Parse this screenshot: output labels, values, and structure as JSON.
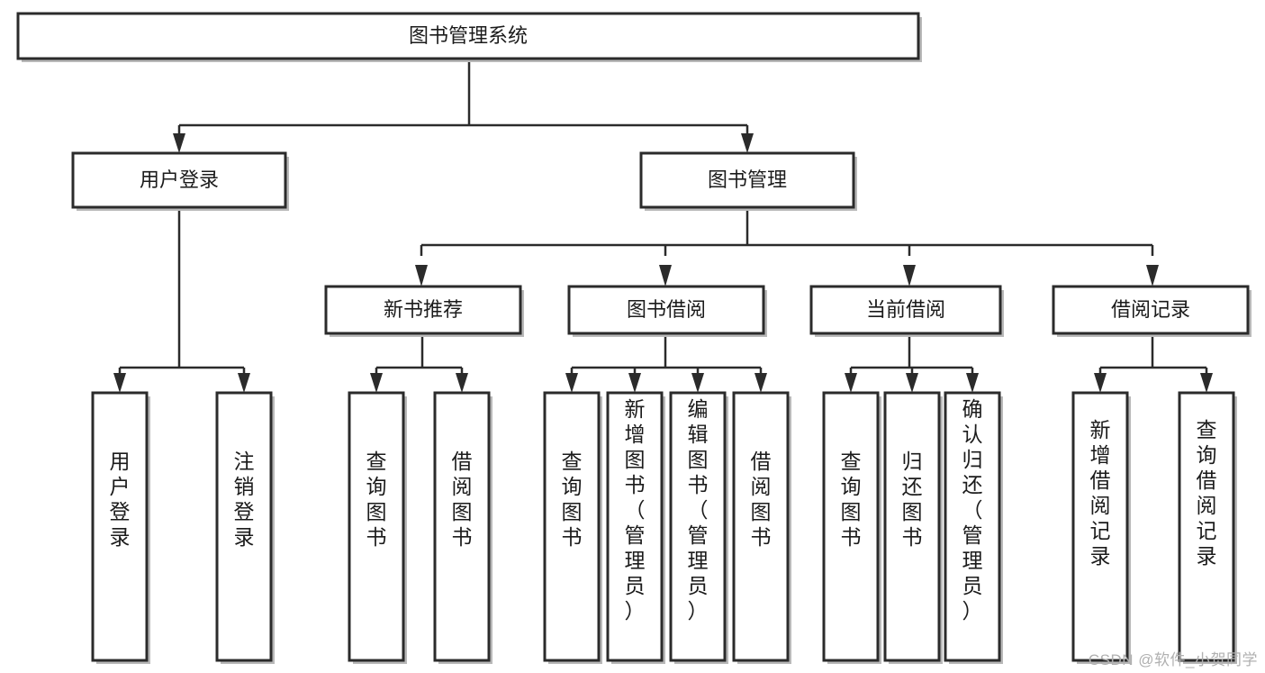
{
  "diagram": {
    "type": "hierarchy-tree",
    "title": "图书管理系统",
    "watermark": "CSDN @软件_小贺同学",
    "colors": {
      "box_stroke": "#2b2b2b",
      "box_fill": "#ffffff",
      "connector": "#2b2b2b",
      "background": "#ffffff",
      "watermark": "#b0b0b0"
    },
    "nodes": {
      "root": {
        "label": "图书管理系统"
      },
      "level2": [
        {
          "label": "用户登录"
        },
        {
          "label": "图书管理"
        }
      ],
      "level3": [
        {
          "label": "新书推荐"
        },
        {
          "label": "图书借阅"
        },
        {
          "label": "当前借阅"
        },
        {
          "label": "借阅记录"
        }
      ],
      "leaves_user_login": [
        {
          "label": "用户登录"
        },
        {
          "label": "注销登录"
        }
      ],
      "leaves_new_book": [
        {
          "label": "查询图书"
        },
        {
          "label": "借阅图书"
        }
      ],
      "leaves_borrow": [
        {
          "label": "查询图书"
        },
        {
          "label": "新增图书（管理员）"
        },
        {
          "label": "编辑图书（管理员）"
        },
        {
          "label": "借阅图书"
        }
      ],
      "leaves_current": [
        {
          "label": "查询图书"
        },
        {
          "label": "归还图书"
        },
        {
          "label": "确认归还（管理员）"
        }
      ],
      "leaves_records": [
        {
          "label": "新增借阅记录"
        },
        {
          "label": "查询借阅记录"
        }
      ]
    }
  }
}
